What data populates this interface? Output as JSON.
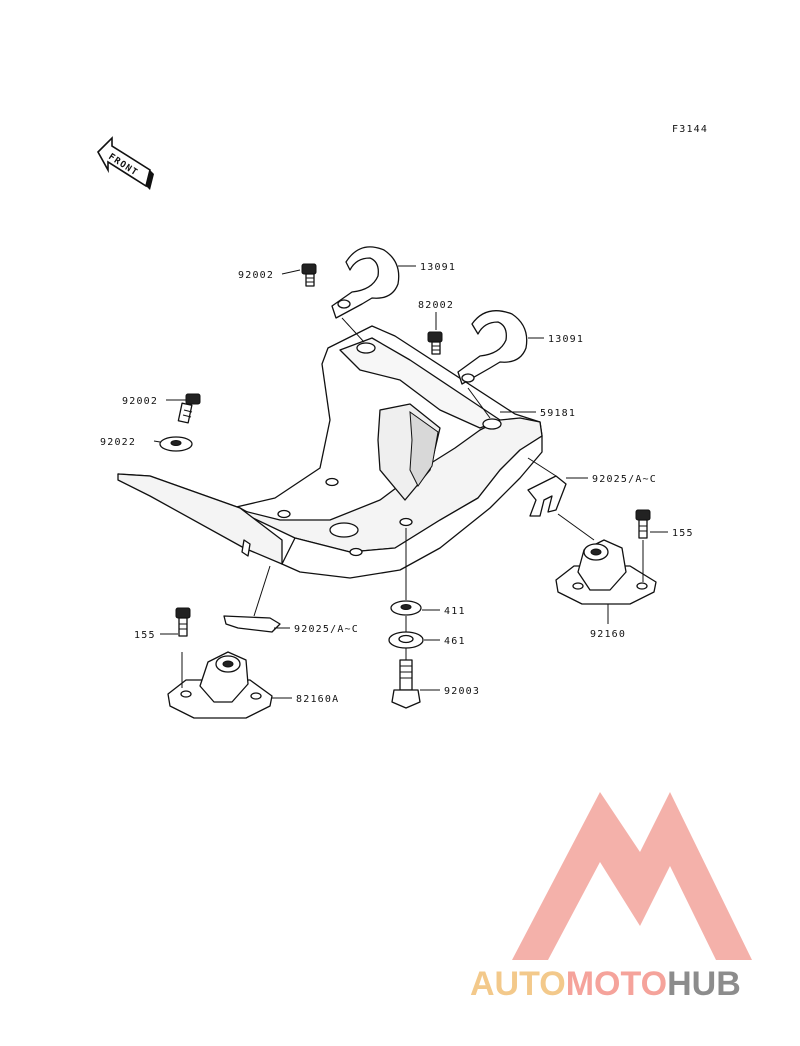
{
  "figure_code": "F3144",
  "front_label": "FRONT",
  "parts": [
    {
      "key": "clamp_left",
      "label": "13091"
    },
    {
      "key": "bolt_clamp_left",
      "label": "92002"
    },
    {
      "key": "bolt_clamp_right",
      "label": "82002"
    },
    {
      "key": "clamp_right",
      "label": "13091"
    },
    {
      "key": "bracket",
      "label": "59181"
    },
    {
      "key": "bolt_left",
      "label": "92002"
    },
    {
      "key": "washer_left",
      "label": "92022"
    },
    {
      "key": "clip_right",
      "label": "92025/A~C"
    },
    {
      "key": "bolt_right",
      "label": "155"
    },
    {
      "key": "mount_right",
      "label": "92160"
    },
    {
      "key": "collar",
      "label": "411"
    },
    {
      "key": "clip_left",
      "label": "92025/A~C"
    },
    {
      "key": "bolt_mount_left",
      "label": "155"
    },
    {
      "key": "washer_center",
      "label": "461"
    },
    {
      "key": "bolt_center",
      "label": "92003"
    },
    {
      "key": "mount_left",
      "label": "82160A"
    }
  ],
  "watermark": {
    "part1": "AUTO",
    "part2": "MOTO",
    "part3": "HUB",
    "colors": {
      "auto": "#f3c98b",
      "moto": "#f5a39b",
      "hub": "#8c8c8c",
      "logo": "#f3a49c"
    }
  }
}
